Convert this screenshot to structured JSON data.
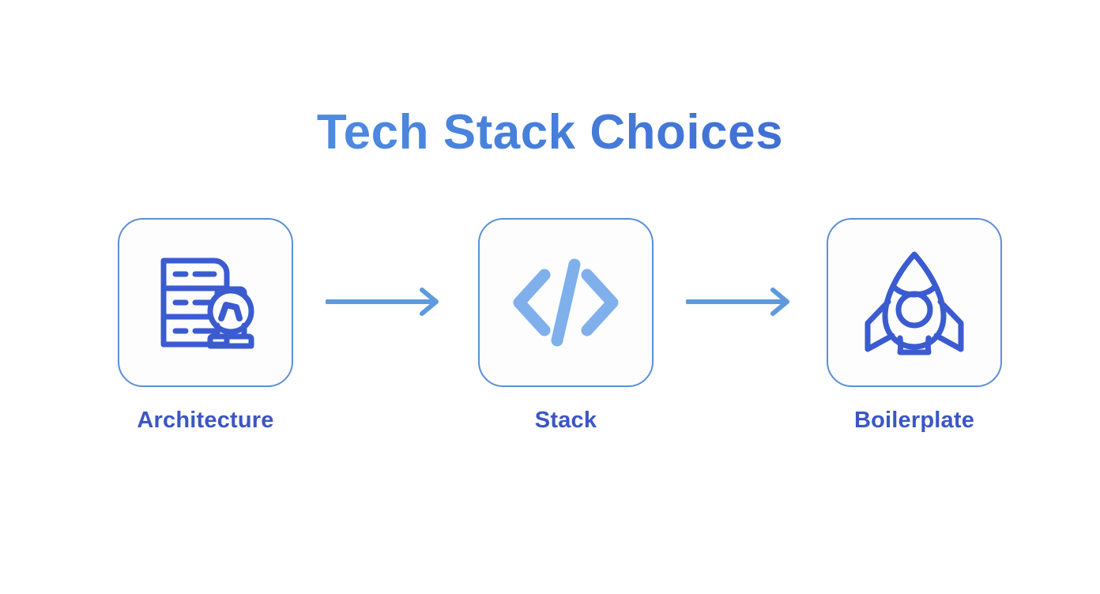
{
  "page": {
    "background_color": "#ffffff",
    "title": "Tech Stack Choices",
    "title_gradient_from": "#5b9ae8",
    "title_gradient_to": "#3a63cf"
  },
  "diagram": {
    "type": "horizontal-flow",
    "card_border_color": "#5b8fd4",
    "card_fill_color": "#fdfdfe",
    "label_color": "#3b56c4",
    "arrow_color": "#5e9add",
    "nodes": [
      {
        "id": "architecture",
        "label": "Architecture",
        "icon": "server-rack-compass-icon",
        "icon_color": "#3b5bd0"
      },
      {
        "id": "stack",
        "label": "Stack",
        "icon": "code-brackets-icon",
        "icon_color": "#7fb0ec"
      },
      {
        "id": "boilerplate",
        "label": "Boilerplate",
        "icon": "rocket-icon",
        "icon_color": "#3b5bd0"
      }
    ],
    "connectors": [
      {
        "id": "arrow-1",
        "from": "architecture",
        "to": "stack",
        "glyph": "arrow-right-icon"
      },
      {
        "id": "arrow-2",
        "from": "stack",
        "to": "boilerplate",
        "glyph": "arrow-right-icon"
      }
    ]
  }
}
